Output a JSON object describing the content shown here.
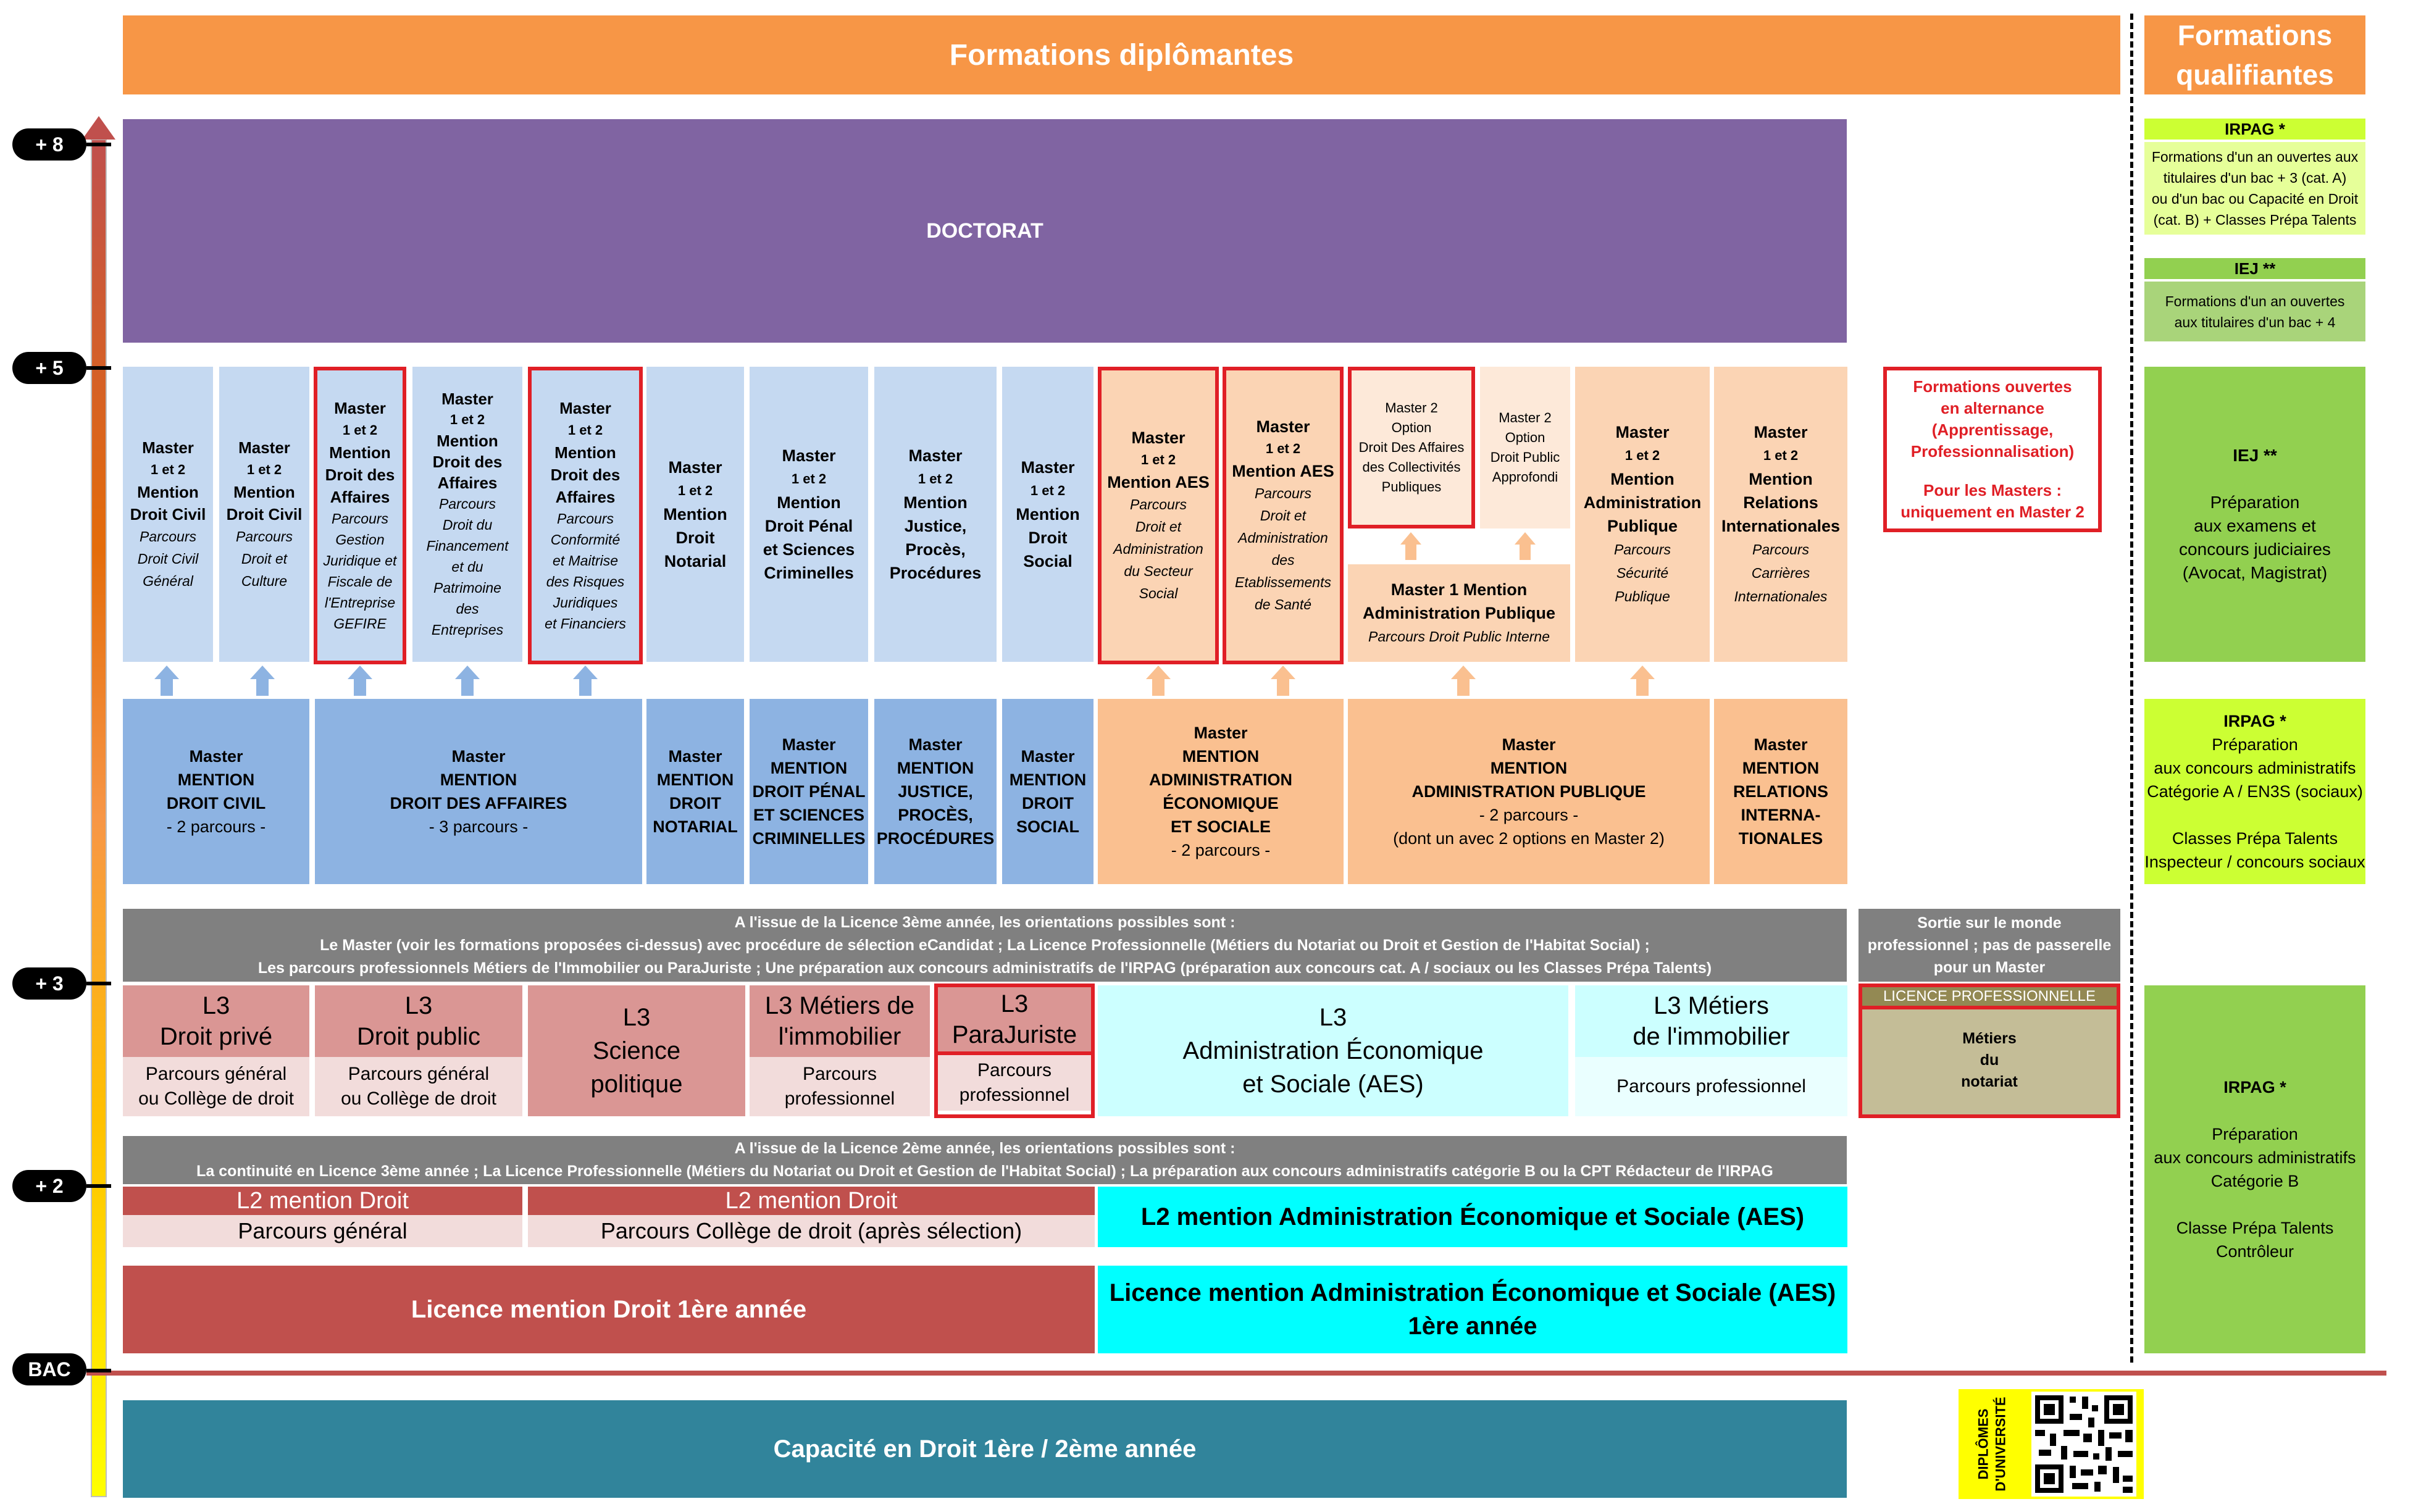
{
  "header": {
    "diplomantes": "Formations diplômantes",
    "qualifiantes_line1": "Formations",
    "qualifiantes_line2": "qualifiantes"
  },
  "levels": [
    "+ 8",
    "+ 5",
    "+ 3",
    "+ 2",
    "BAC"
  ],
  "doctorat": "DOCTORAT",
  "m2": [
    {
      "l1": "Master",
      "l2": "1 et 2",
      "l3": "Mention",
      "l4": "Droit Civil",
      "p1": "Parcours",
      "p2": "Droit Civil",
      "p3": "Général"
    },
    {
      "l1": "Master",
      "l2": "1 et 2",
      "l3": "Mention",
      "l4": "Droit Civil",
      "p1": "Parcours",
      "p2": "Droit et",
      "p3": "Culture"
    },
    {
      "l1": "Master",
      "l2": "1 et 2",
      "l3": "Mention",
      "l4": "Droit des",
      "l5": "Affaires",
      "p1": "Parcours",
      "p2": "Gestion",
      "p3": "Juridique et",
      "p4": "Fiscale de",
      "p5": "l'Entreprise",
      "p6": "GEFIRE"
    },
    {
      "l1": "Master",
      "l2": "1 et 2",
      "l3": "Mention",
      "l4": "Droit des",
      "l5": "Affaires",
      "p1": "Parcours",
      "p2": "Droit du",
      "p3": "Financement",
      "p4": "et du",
      "p5": "Patrimoine",
      "p6": "des",
      "p7": "Entreprises"
    },
    {
      "l1": "Master",
      "l2": "1 et 2",
      "l3": "Mention",
      "l4": "Droit des",
      "l5": "Affaires",
      "p1": "Parcours",
      "p2": "Conformité",
      "p3": "et Maitrise",
      "p4": "des Risques",
      "p5": "Juridiques",
      "p6": "et Financiers"
    },
    {
      "l1": "Master",
      "l2": "1 et 2",
      "l3": "Mention",
      "l4": "Droit",
      "l5": "Notarial"
    },
    {
      "l1": "Master",
      "l2": "1 et 2",
      "l3": "Mention",
      "l4": "Droit Pénal",
      "l5": "et Sciences",
      "l6": "Criminelles"
    },
    {
      "l1": "Master",
      "l2": "1 et 2",
      "l3": "Mention",
      "l4": "Justice,",
      "l5": "Procès,",
      "l6": "Procédures"
    },
    {
      "l1": "Master",
      "l2": "1 et 2",
      "l3": "Mention",
      "l4": "Droit",
      "l5": "Social"
    },
    {
      "l1": "Master",
      "l2": "1 et 2",
      "l3": "Mention AES",
      "p1": "Parcours",
      "p2": "Droit et",
      "p3": "Administration",
      "p4": "du Secteur",
      "p5": "Social"
    },
    {
      "l1": "Master",
      "l2": "1 et 2",
      "l3": "Mention AES",
      "p1": "Parcours",
      "p2": "Droit et",
      "p3": "Administration",
      "p4": "des",
      "p5": "Etablissements",
      "p6": "de Santé"
    },
    {
      "l1": "Master 2",
      "l2": "Option",
      "l3": "Droit Des Affaires",
      "l4": "des Collectivités",
      "l5": "Publiques"
    },
    {
      "l1": "Master 2",
      "l2": "Option",
      "l3": "Droit Public",
      "l4": "Approfondi"
    },
    {
      "l1": "Master",
      "l2": "1 et 2",
      "l3": "Mention",
      "l4": "Administration",
      "l5": "Publique",
      "p1": "Parcours",
      "p2": "Sécurité",
      "p3": "Publique"
    },
    {
      "l1": "Master",
      "l2": "1 et 2",
      "l3": "Mention",
      "l4": "Relations",
      "l5": "Internationales",
      "p1": "Parcours",
      "p2": "Carrières",
      "p3": "Internationales"
    }
  ],
  "m1_ap": {
    "title1": "Master 1 Mention",
    "title2": "Administration Publique",
    "sub": "Parcours Droit Public Interne"
  },
  "alternance": {
    "l1": "Formations ouvertes",
    "l2": "en alternance",
    "l3": "(Apprentissage,",
    "l4": "Professionnalisation)",
    "l5": "Pour les Masters :",
    "l6": "uniquement en Master 2"
  },
  "mentions": [
    {
      "l1": "Master",
      "l2": "MENTION",
      "l3": "DROIT CIVIL",
      "s": "- 2 parcours -"
    },
    {
      "l1": "Master",
      "l2": "MENTION",
      "l3": "DROIT DES AFFAIRES",
      "s": "- 3 parcours -"
    },
    {
      "l1": "Master",
      "l2": "MENTION",
      "l3": "DROIT",
      "l4": "NOTARIAL"
    },
    {
      "l1": "Master",
      "l2": "MENTION",
      "l3": "DROIT PÉNAL",
      "l4": "ET SCIENCES",
      "l5": "CRIMINELLES"
    },
    {
      "l1": "Master",
      "l2": "MENTION",
      "l3": "JUSTICE,",
      "l4": "PROCÈS,",
      "l5": "PROCÉDURES"
    },
    {
      "l1": "Master",
      "l2": "MENTION",
      "l3": "DROIT",
      "l4": "SOCIAL"
    },
    {
      "l1": "Master",
      "l2": "MENTION",
      "l3": "ADMINISTRATION",
      "l4": "ÉCONOMIQUE",
      "l5": "ET SOCIALE",
      "s": "- 2 parcours -"
    },
    {
      "l1": "Master",
      "l2": "MENTION",
      "l3": "ADMINISTRATION PUBLIQUE",
      "s": "- 2 parcours -",
      "s2": "(dont un avec 2 options en Master 2)"
    },
    {
      "l1": "Master",
      "l2": "MENTION",
      "l3": "RELATIONS",
      "l4": "INTERNA-",
      "l5": "TIONALES"
    }
  ],
  "l3_note": {
    "l1": "A l'issue de la Licence 3ème année, les orientations possibles sont :",
    "l2": "Le Master (voir les formations proposées ci-dessus) avec procédure de sélection eCandidat  ;  La Licence Professionnelle (Métiers du Notariat ou Droit et Gestion de l'Habitat Social)  ;",
    "l3": "Les parcours professionnels Métiers de l'Immobilier ou ParaJuriste ; Une préparation aux concours administratifs de l'IRPAG (préparation aux concours cat. A / sociaux ou les Classes Prépa Talents)"
  },
  "sortie": {
    "l1": "Sortie sur le monde",
    "l2": "professionnel ; pas de passerelle",
    "l3": "pour un Master"
  },
  "licpro": {
    "title": "LICENCE PROFESSIONNELLE",
    "l1": "Métiers",
    "l2": "du",
    "l3": "notariat"
  },
  "l3": {
    "prive": {
      "t1": "L3",
      "t2": "Droit privé",
      "p1": "Parcours général",
      "p2": "ou Collège de droit"
    },
    "public": {
      "t1": "L3",
      "t2": "Droit public",
      "p1": "Parcours général",
      "p2": "ou Collège de droit"
    },
    "sciencepo": {
      "t1": "L3",
      "t2": "Science",
      "t3": "politique"
    },
    "immo": {
      "t1": "L3 Métiers de",
      "t2": "l'immobilier",
      "p1": "Parcours",
      "p2": "professionnel"
    },
    "para": {
      "t1": "L3",
      "t2": "ParaJuriste",
      "p1": "Parcours",
      "p2": "professionnel"
    },
    "aes": {
      "t1": "L3",
      "t2": "Administration Économique",
      "t3": "et Sociale (AES)"
    },
    "aesimmo": {
      "t1": "L3 Métiers",
      "t2": "de l'immobilier",
      "p1": "Parcours professionnel"
    }
  },
  "l2_note": {
    "l1": "A l'issue de la Licence 2ème année, les orientations possibles sont :",
    "l2": "La continuité en Licence 3ème année  ;  La Licence Professionnelle (Métiers du Notariat ou Droit et Gestion de l'Habitat Social)  ;  La  préparation aux concours administratifs catégorie B ou la CPT Rédacteur de l'IRPAG"
  },
  "l2": {
    "droit1": {
      "t": "L2 mention Droit",
      "p": "Parcours général"
    },
    "droit2": {
      "t": "L2 mention Droit",
      "p": "Parcours Collège de droit (après sélection)"
    },
    "aes": "L2 mention Administration Économique et Sociale (AES)"
  },
  "l1": {
    "droit": "Licence mention Droit 1ère année",
    "aes1": "Licence mention Administration Économique et Sociale (AES)",
    "aes2": "1ère année"
  },
  "capacite": "Capacité en Droit  1ère / 2ème année",
  "du_label1": "DIPLÔMES",
  "du_label2": "D'UNIVERSITÉ",
  "right": {
    "irpag1": {
      "h": "IRPAG *",
      "l1": "Formations d'un an ouvertes aux",
      "l2": "titulaires d'un bac + 3 (cat. A)",
      "l3": "ou d'un bac ou Capacité en Droit",
      "l4": "(cat. B) + Classes Prépa Talents"
    },
    "iej1": {
      "h": "IEJ **",
      "l1": "Formations d'un an ouvertes",
      "l2": "aux titulaires d'un bac + 4"
    },
    "iej2": {
      "h": "IEJ **",
      "l1": "Préparation",
      "l2": "aux examens et",
      "l3": "concours judiciaires",
      "l4": "(Avocat, Magistrat)"
    },
    "irpag2": {
      "h": "IRPAG *",
      "l1": "Préparation",
      "l2": "aux concours administratifs",
      "l3": "Catégorie A  / EN3S (sociaux)",
      "l4": "Classes Prépa Talents",
      "l5": "Inspecteur / concours sociaux"
    },
    "irpag3": {
      "h": "IRPAG *",
      "l1": "Préparation",
      "l2": "aux concours administratifs",
      "l3": "Catégorie B",
      "l4": "Classe Prépa Talents",
      "l5": "Contrôleur"
    }
  },
  "colors": {
    "orange_header": "#f79646",
    "doctorat": "#8064a2",
    "light_blue": "#c5d9f1",
    "mid_blue": "#8db3e2",
    "peach": "#fbd4b4",
    "peach_dark": "#fac090",
    "grey": "#808080",
    "rose": "#da9694",
    "rose_light": "#f2dcdb",
    "cyan_light": "#ccffff",
    "cyan": "#00ffff",
    "red_dark": "#c0504d",
    "teal": "#31849b",
    "lime": "#ccff33",
    "lime_light": "#e6ff99",
    "green_light": "#a9d47a",
    "green": "#92d050",
    "khaki": "#c4bd97",
    "olive": "#938953",
    "red_border": "#e01f26"
  }
}
